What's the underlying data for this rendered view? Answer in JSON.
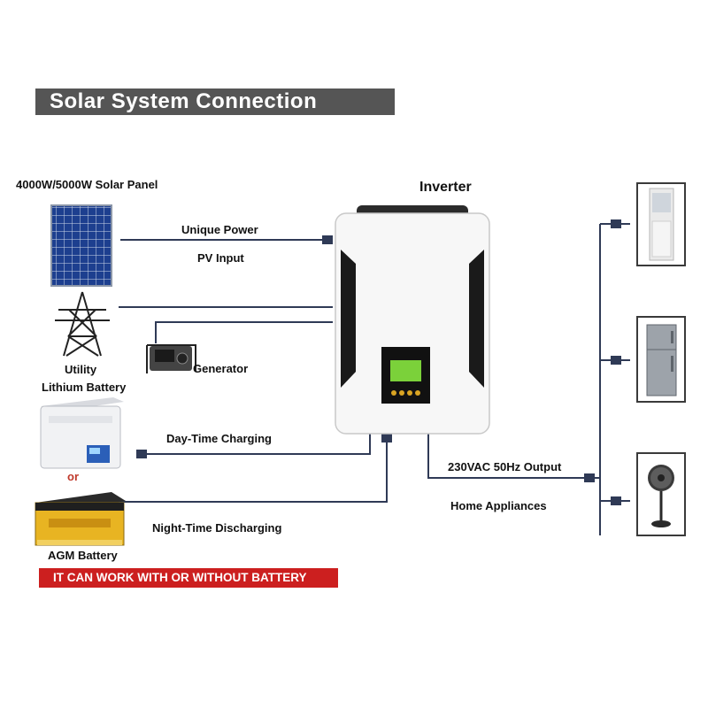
{
  "title": "Solar System Connection",
  "nodes": {
    "solar_panel": "4000W/5000W Solar Panel",
    "inverter": "Inverter",
    "utility": "Utility",
    "generator": "Generator",
    "lithium_battery": "Lithium Battery",
    "or_text": "or",
    "agm_battery": "AGM Battery",
    "home_appliances": "Home Appliances"
  },
  "connections": {
    "unique_power": "Unique Power",
    "pv_input": "PV Input",
    "day_time_charging": "Day-Time Charging",
    "night_time_discharging": "Night-Time Discharging",
    "output": "230VAC 50Hz  Output"
  },
  "note": "IT CAN WORK WITH OR WITHOUT BATTERY",
  "colors": {
    "title_bar": "#555555",
    "note_bar": "#cc1f1f",
    "wire": "#2f3a56",
    "lithium_screen": "#2b5fb8",
    "agm_battery": "#e8b422",
    "inverter_lcd": "#7bd13a"
  },
  "icons": [
    "solar-panel-icon",
    "utility-tower-icon",
    "generator-icon",
    "lithium-battery-icon",
    "agm-battery-icon",
    "inverter-icon",
    "air-conditioner-icon",
    "refrigerator-icon",
    "fan-icon"
  ]
}
